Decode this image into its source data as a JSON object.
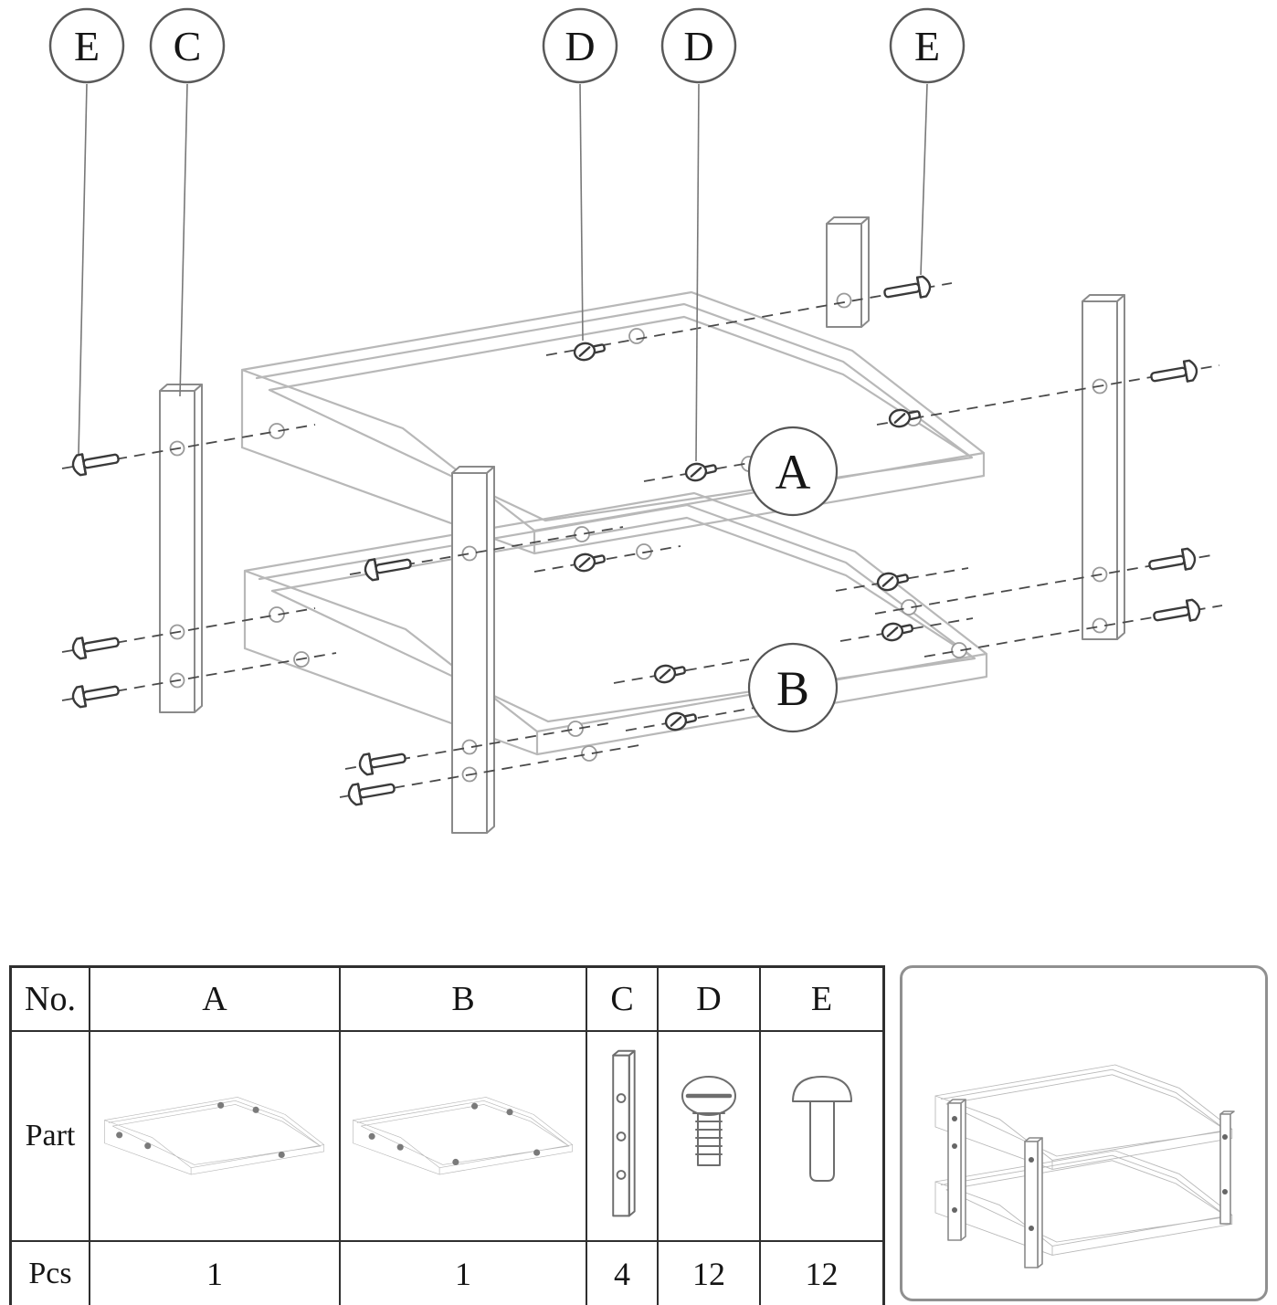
{
  "callouts": [
    "E",
    "C",
    "D",
    "D",
    "E"
  ],
  "tray_labels": {
    "a": "A",
    "b": "B"
  },
  "table": {
    "no_label": "No.",
    "part_label": "Part",
    "pcs_label": "Pcs",
    "columns": [
      {
        "no": "A",
        "pcs": "1"
      },
      {
        "no": "B",
        "pcs": "1"
      },
      {
        "no": "C",
        "pcs": "4"
      },
      {
        "no": "D",
        "pcs": "12"
      },
      {
        "no": "E",
        "pcs": "12"
      }
    ]
  },
  "colors": {
    "tray_outline": "#b8b8b8",
    "rail_outline": "#8a8a8a",
    "hardware_outline": "#3a3a3a",
    "guide_line": "#4a4a4a",
    "table_border": "#2f2f2f",
    "text": "#151515"
  }
}
